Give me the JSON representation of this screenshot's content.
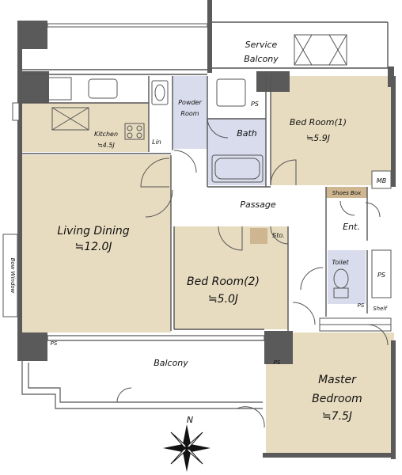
{
  "rooms": {
    "service_balcony": {
      "line1": "Service",
      "line2": "Balcony"
    },
    "bedroom1": {
      "name": "Bed Room(1)",
      "size": "≒5.9J"
    },
    "bedroom2": {
      "name": "Bed Room(2)",
      "size": "≒5.0J"
    },
    "living": {
      "name": "Living Dining",
      "size": "≒12.0J"
    },
    "kitchen": {
      "name": "Kitchen",
      "size": "≒4.5J"
    },
    "powder": {
      "line1": "Powder",
      "line2": "Room"
    },
    "bath": "Bath",
    "passage": "Passage",
    "entrance": "Ent.",
    "toilet": "Toilet",
    "master": {
      "line1": "Master",
      "line2": "Bedroom",
      "size": "≒7.5J"
    },
    "balcony": "Balcony",
    "storage": "Sto."
  },
  "fixtures": {
    "ps": "PS",
    "mb": "MB",
    "shoes_box": "Shoes Box",
    "shelf": "Shelf",
    "lin": "Lin",
    "bow_window": "Bow Window"
  },
  "compass": {
    "north": "N"
  },
  "colors": {
    "room_fill": "#e8dcc0",
    "wet_fill": "#d9dcec",
    "wall": "#5a5a5a",
    "storage_fill": "#cdb690"
  }
}
